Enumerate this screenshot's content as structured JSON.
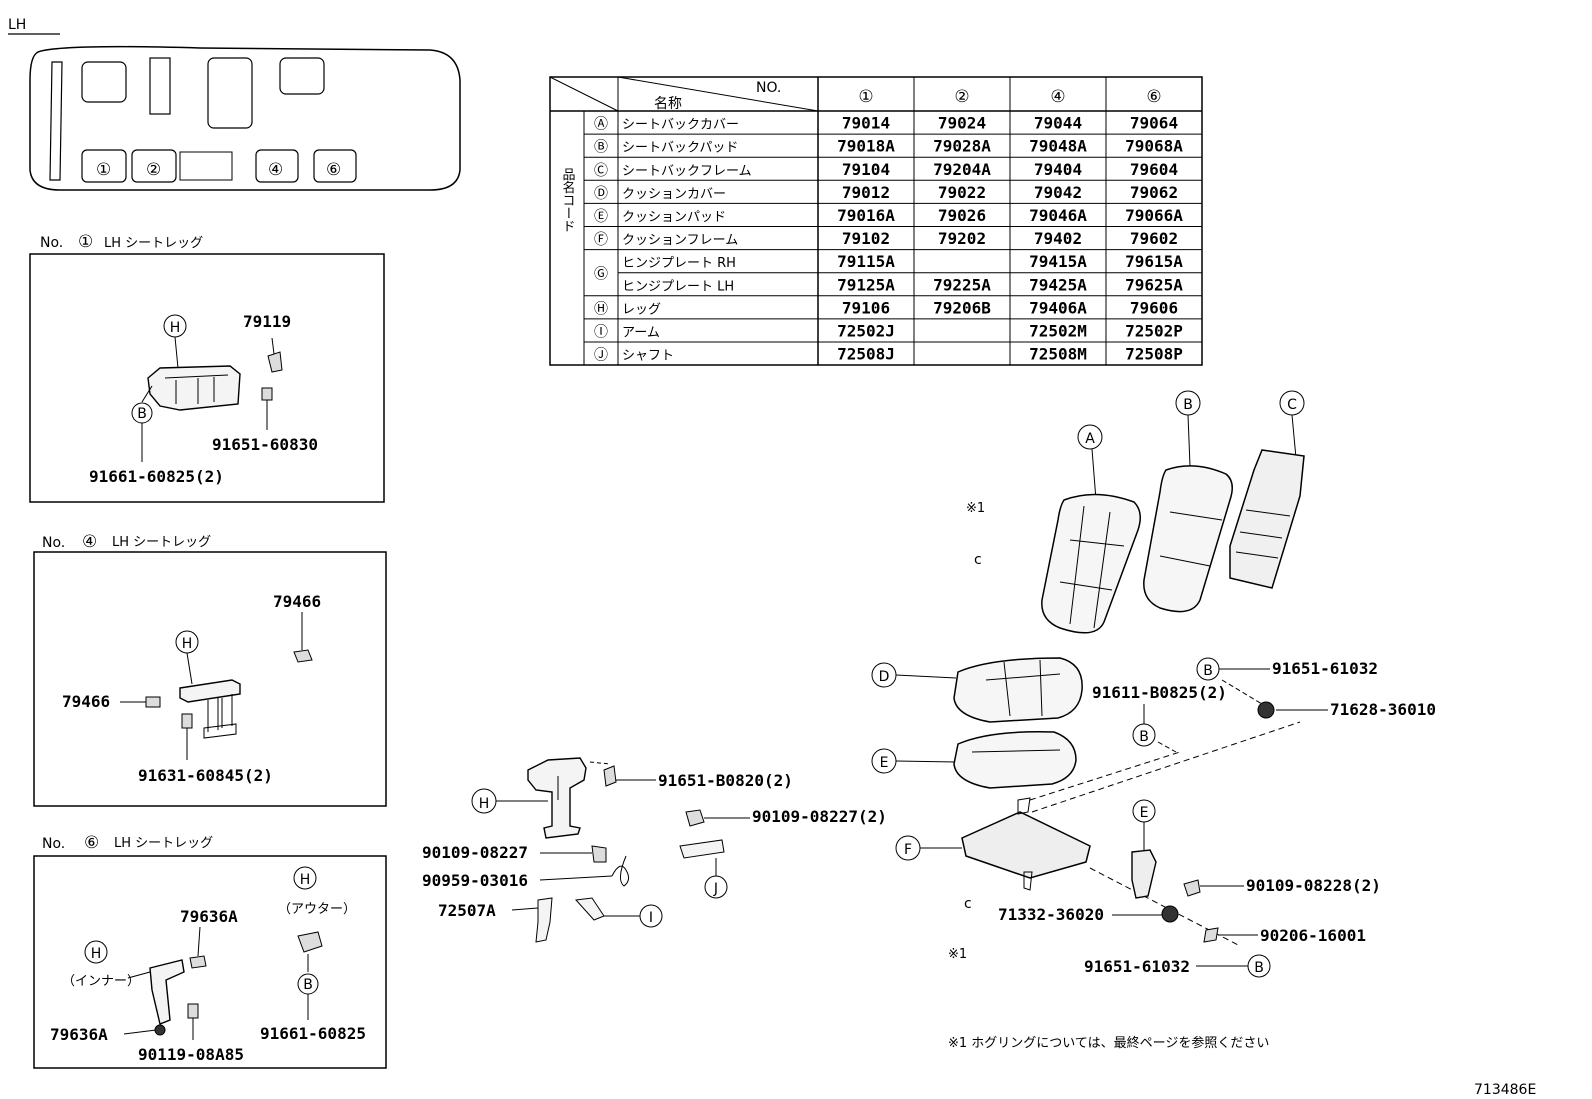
{
  "view_label": "LH",
  "seat_positions": [
    "①",
    "②",
    "④",
    "⑥"
  ],
  "table": {
    "header_no": "NO.",
    "header_name": "名称",
    "side_label": "品名コード",
    "cols": [
      "①",
      "②",
      "④",
      "⑥"
    ],
    "rows": [
      {
        "key": "Ⓐ",
        "name": "シートバックカバー",
        "vals": [
          "79014",
          "79024",
          "79044",
          "79064"
        ]
      },
      {
        "key": "Ⓑ",
        "name": "シートバックパッド",
        "vals": [
          "79018A",
          "79028A",
          "79048A",
          "79068A"
        ]
      },
      {
        "key": "Ⓒ",
        "name": "シートバックフレーム",
        "vals": [
          "79104",
          "79204A",
          "79404",
          "79604"
        ]
      },
      {
        "key": "Ⓓ",
        "name": "クッションカバー",
        "vals": [
          "79012",
          "79022",
          "79042",
          "79062"
        ]
      },
      {
        "key": "Ⓔ",
        "name": "クッションパッド",
        "vals": [
          "79016A",
          "79026",
          "79046A",
          "79066A"
        ]
      },
      {
        "key": "Ⓕ",
        "name": "クッションフレーム",
        "vals": [
          "79102",
          "79202",
          "79402",
          "79602"
        ]
      },
      {
        "key": "Ⓖ",
        "name": "ヒンジプレート RH",
        "vals": [
          "79115A",
          "",
          "79415A",
          "79615A"
        ]
      },
      {
        "key": "",
        "name": "ヒンジプレート LH",
        "vals": [
          "79125A",
          "79225A",
          "79425A",
          "79625A"
        ]
      },
      {
        "key": "Ⓗ",
        "name": "レッグ",
        "vals": [
          "79106",
          "79206B",
          "79406A",
          "79606"
        ]
      },
      {
        "key": "Ⓘ",
        "name": "アーム",
        "vals": [
          "72502J",
          "",
          "72502M",
          "72502P"
        ]
      },
      {
        "key": "Ⓙ",
        "name": "シャフト",
        "vals": [
          "72508J",
          "",
          "72508M",
          "72508P"
        ]
      }
    ]
  },
  "box1": {
    "title_no": "No.",
    "title_num": "①",
    "title_text": "LH シートレッグ",
    "labels": {
      "h": "H",
      "b": "B",
      "p1": "79119",
      "p2": "91651-60830",
      "p3": "91661-60825(2)"
    }
  },
  "box4": {
    "title_no": "No.",
    "title_num": "④",
    "title_text": "LH シートレッグ",
    "labels": {
      "h": "H",
      "p1": "79466",
      "p2": "79466",
      "p3": "91631-60845(2)"
    }
  },
  "box6": {
    "title_no": "No.",
    "title_num": "⑥",
    "title_text": "LH シートレッグ",
    "labels": {
      "h1": "H",
      "h1_note": "（インナー）",
      "h2": "H",
      "h2_note": "（アウター）",
      "b": "B",
      "p1": "79636A",
      "p2": "79636A",
      "p3": "90119-08A85",
      "p4": "91661-60825"
    }
  },
  "center_parts": {
    "h": "H",
    "i": "I",
    "j": "J",
    "p1": "91651-B0820(2)",
    "p2": "90109-08227(2)",
    "p3": "90109-08227",
    "p4": "90959-03016",
    "p5": "72507A"
  },
  "right_parts": {
    "a": "A",
    "b": "B",
    "c": "C",
    "d": "D",
    "e": "E",
    "f": "F",
    "e2": "E",
    "b2": "B",
    "b3": "B",
    "b4": "B",
    "ref1": "※1",
    "ref2": "※1",
    "ring1": "c",
    "ring2": "c",
    "p1": "91651-61032",
    "p2": "91611-B0825(2)",
    "p3": "71628-36010",
    "p4": "90109-08228(2)",
    "p5": "71332-36020",
    "p6": "90206-16001",
    "p7": "91651-61032"
  },
  "footnote": "※1  ホグリングについては、最終ページを参照ください",
  "diagram_id": "713486E"
}
